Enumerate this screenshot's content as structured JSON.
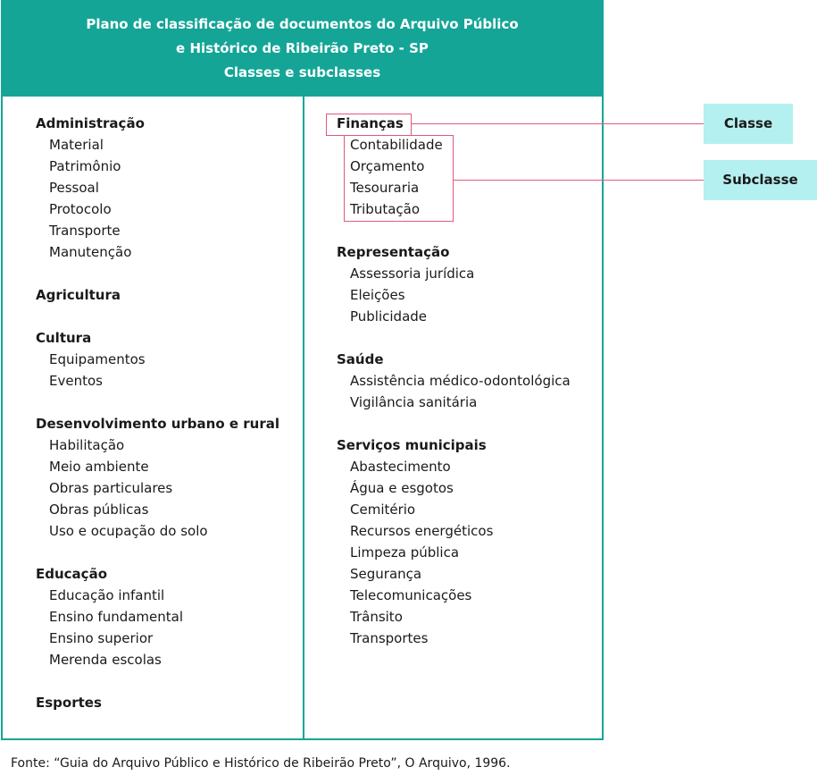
{
  "header": {
    "line1": "Plano de classificação de documentos do Arquivo Público",
    "line2": "e Histórico de Ribeirão Preto - SP",
    "line3": "Classes e subclasses"
  },
  "left_column": [
    {
      "class": "Administração",
      "subclasses": [
        "Material",
        "Patrimônio",
        "Pessoal",
        "Protocolo",
        "Transporte",
        "Manutenção"
      ]
    },
    {
      "class": "Agricultura",
      "subclasses": []
    },
    {
      "class": "Cultura",
      "subclasses": [
        "Equipamentos",
        "Eventos"
      ]
    },
    {
      "class": "Desenvolvimento urbano e rural",
      "subclasses": [
        "Habilitação",
        "Meio ambiente",
        "Obras particulares",
        "Obras públicas",
        "Uso e ocupação do solo"
      ]
    },
    {
      "class": "Educação",
      "subclasses": [
        "Educação infantil",
        "Ensino fundamental",
        "Ensino superior",
        "Merenda escolas"
      ]
    },
    {
      "class": "Esportes",
      "subclasses": []
    }
  ],
  "right_column": [
    {
      "class": "Finanças",
      "subclasses": [
        "Contabilidade",
        "Orçamento",
        "Tesouraria",
        "Tributação"
      ]
    },
    {
      "class": "Representação",
      "subclasses": [
        "Assessoria jurídica",
        "Eleições",
        "Publicidade"
      ]
    },
    {
      "class": "Saúde",
      "subclasses": [
        "Assistência médico-odontológica",
        "Vigilância sanitária"
      ]
    },
    {
      "class": "Serviços municipais",
      "subclasses": [
        "Abastecimento",
        "Água e esgotos",
        "Cemitério",
        "Recursos energéticos",
        "Limpeza pública",
        "Segurança",
        "Telecomunicações",
        "Trânsito",
        "Transportes"
      ]
    }
  ],
  "legend": {
    "classe": "Classe",
    "subclasse": "Subclasse"
  },
  "source": "Fonte: “Guia do Arquivo Público e Histórico de Ribeirão Preto”, O Arquivo, 1996.",
  "colors": {
    "teal": "#14a597",
    "highlight": "#e05a7a",
    "legend_bg": "#b5f0f0"
  }
}
